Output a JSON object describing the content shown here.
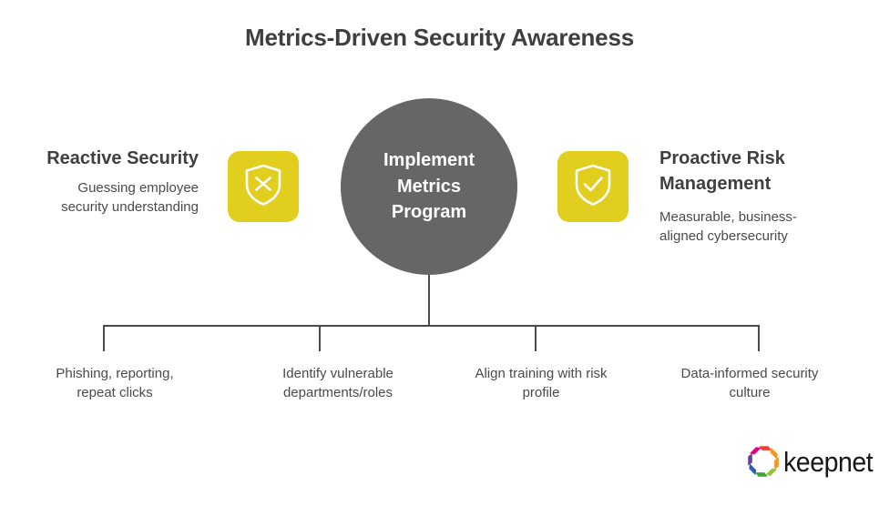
{
  "title": "Metrics-Driven Security Awareness",
  "colors": {
    "accent_yellow": "#E2CE1F",
    "center_gray": "#666666",
    "text_dark": "#3f3f3f",
    "text_body": "#4a4a4a",
    "line": "#4a4a4a",
    "background": "#ffffff"
  },
  "center": {
    "label": "Implement\nMetrics\nProgram"
  },
  "left": {
    "icon": "shield-x-icon",
    "heading": "Reactive Security",
    "description": "Guessing employee\nsecurity understanding"
  },
  "right": {
    "icon": "shield-check-icon",
    "heading": "Proactive Risk\nManagement",
    "description": "Measurable, business-\naligned cybersecurity"
  },
  "outcomes": [
    {
      "text": "Phishing, reporting,\nrepeat clicks"
    },
    {
      "text": "Identify vulnerable\ndepartments/roles"
    },
    {
      "text": "Align training with risk\nprofile"
    },
    {
      "text": "Data-informed security\nculture"
    }
  ],
  "logo": {
    "wordmark": "keepnet",
    "mark_colors": [
      "#E5007E",
      "#8B2A8C",
      "#6B3FA0",
      "#2E5FB5",
      "#3FA535",
      "#8CC63E",
      "#F7941E",
      "#E8422E"
    ]
  }
}
